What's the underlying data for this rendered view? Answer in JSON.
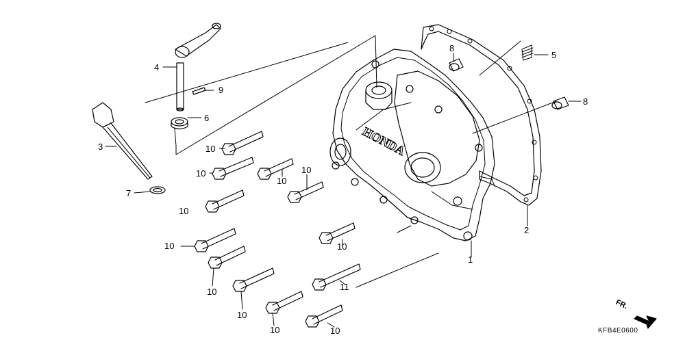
{
  "diagram": {
    "callouts": {
      "c1": "1",
      "c2": "2",
      "c3": "3",
      "c4": "4",
      "c5": "5",
      "c6": "6",
      "c7": "7",
      "c8a": "8",
      "c8b": "8",
      "c9": "9",
      "c10_1": "10",
      "c10_2": "10",
      "c10_3": "10",
      "c10_4": "10",
      "c10_5": "10",
      "c10_6": "10",
      "c10_7": "10",
      "c10_8": "10",
      "c10_9": "10",
      "c10_10": "10",
      "c10_11": "10",
      "c11": "11"
    },
    "cover_logo_text": "HONDA",
    "direction_marker": "FR.",
    "figure_code": "KFB4E0600"
  }
}
